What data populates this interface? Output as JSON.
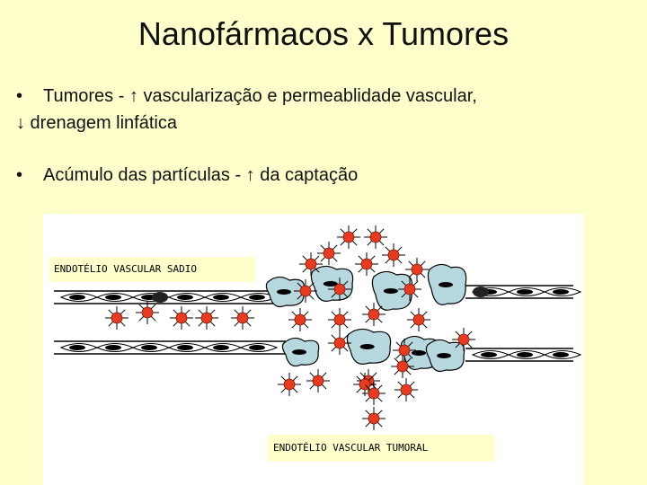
{
  "slide": {
    "title": "Nanofármacos x Tumores",
    "bullets": [
      {
        "line1": "Tumores - ↑ vascularização e permeablidade vascular,",
        "line2": "↓ drenagem linfática"
      },
      {
        "line1": "Acúmulo das partículas - ↑ da captação"
      }
    ]
  },
  "figure": {
    "label_healthy": "ENDOTÉLIO VASCULAR SADIO",
    "label_tumor": "ENDOTÉLIO VASCULAR TUMORAL"
  },
  "colors": {
    "background": "#ffffcc",
    "particle": "#e83a1e",
    "tumor_cell": "#b8d8e0"
  }
}
